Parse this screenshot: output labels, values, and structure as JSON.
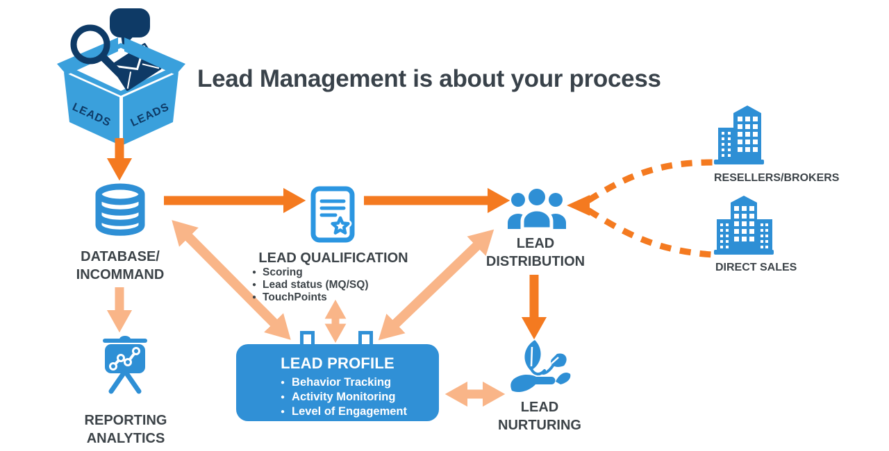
{
  "title": "Lead Management is about your process",
  "colors": {
    "accent_orange": "#F47A20",
    "light_orange": "#F9B588",
    "icon_blue": "#2E8FD5",
    "document_blue": "#2B96E1",
    "box_light_blue": "#3AA0DC",
    "dark_navy": "#0E3A66",
    "profile_box_blue": "#3090D6",
    "text_charcoal": "#3C4348"
  },
  "nodes": {
    "leads_box": {
      "face_label": "LEADS"
    },
    "database": {
      "lines": [
        "DATABASE/",
        "INCOMMAND"
      ]
    },
    "qualification": {
      "label": "LEAD QUALIFICATION",
      "bullets": [
        "Scoring",
        "Lead status (MQ/SQ)",
        "TouchPoints"
      ]
    },
    "distribution": {
      "lines": [
        "LEAD",
        "DISTRIBUTION"
      ]
    },
    "resellers": {
      "label": "RESELLERS/BROKERS"
    },
    "direct_sales": {
      "label": "DIRECT SALES"
    },
    "profile": {
      "title": "LEAD PROFILE",
      "bullets": [
        "Behavior Tracking",
        "Activity Monitoring",
        "Level of Engagement"
      ]
    },
    "nurturing": {
      "lines": [
        "LEAD",
        "NURTURING"
      ]
    },
    "reporting": {
      "lines": [
        "REPORTING",
        "ANALYTICS"
      ]
    }
  }
}
